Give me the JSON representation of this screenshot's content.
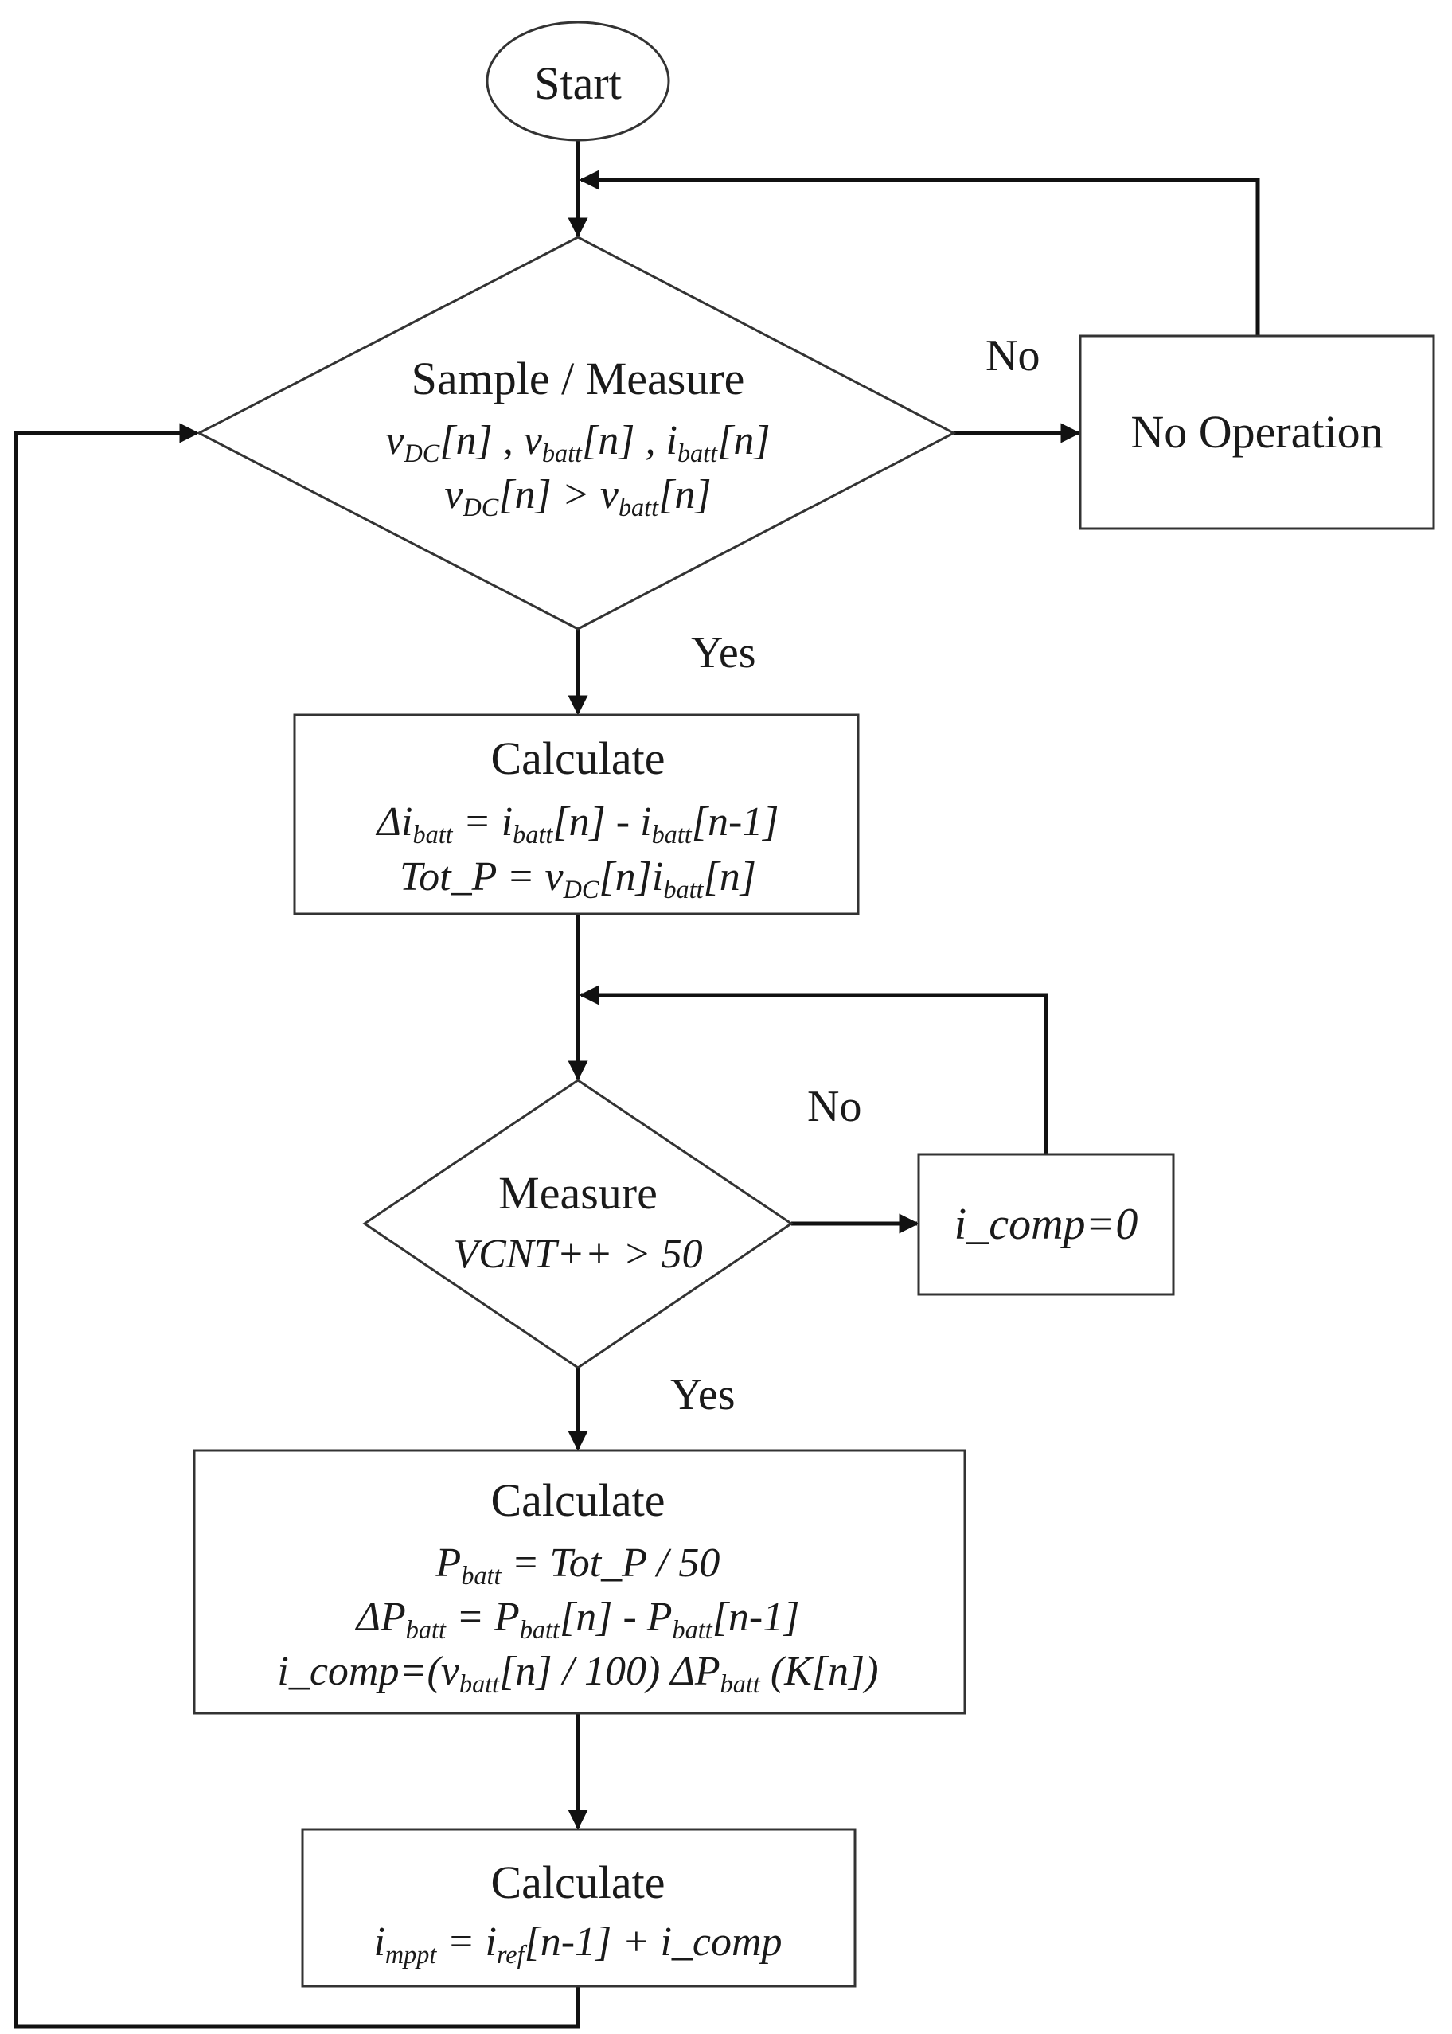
{
  "nodes": {
    "start": {
      "label": "Start"
    },
    "sample": {
      "title": "Sample / Measure",
      "line1": [
        {
          "t": "v"
        },
        {
          "t": "DC",
          "sub": true
        },
        {
          "t": "[n] , v"
        },
        {
          "t": "batt",
          "sub": true
        },
        {
          "t": "[n] , i"
        },
        {
          "t": "batt",
          "sub": true
        },
        {
          "t": "[n]"
        }
      ],
      "line2": [
        {
          "t": "v"
        },
        {
          "t": "DC",
          "sub": true
        },
        {
          "t": "[n] >  v"
        },
        {
          "t": "batt",
          "sub": true
        },
        {
          "t": "[n]"
        }
      ]
    },
    "no_operation": {
      "label": "No Operation"
    },
    "calc1": {
      "title": "Calculate",
      "line1": [
        {
          "t": "Δi"
        },
        {
          "t": "batt",
          "sub": true
        },
        {
          "t": " = i"
        },
        {
          "t": "batt",
          "sub": true
        },
        {
          "t": "[n] - i"
        },
        {
          "t": "batt",
          "sub": true
        },
        {
          "t": "[n-1]"
        }
      ],
      "line2": [
        {
          "t": "Tot_P = v"
        },
        {
          "t": "DC",
          "sub": true
        },
        {
          "t": "[n]i"
        },
        {
          "t": "batt",
          "sub": true
        },
        {
          "t": "[n]"
        }
      ]
    },
    "measure": {
      "title": "Measure",
      "line1": [
        {
          "t": "VCNT++ > 50"
        }
      ]
    },
    "i_comp_zero": {
      "line1": [
        {
          "t": "i_comp=0"
        }
      ]
    },
    "calc2": {
      "title": "Calculate",
      "line1": [
        {
          "t": "P"
        },
        {
          "t": "batt",
          "sub": true
        },
        {
          "t": " = Tot_P / 50"
        }
      ],
      "line2": [
        {
          "t": "ΔP"
        },
        {
          "t": "batt",
          "sub": true
        },
        {
          "t": " = P"
        },
        {
          "t": "batt",
          "sub": true
        },
        {
          "t": "[n] - P"
        },
        {
          "t": "batt",
          "sub": true
        },
        {
          "t": "[n-1]"
        }
      ],
      "line3": [
        {
          "t": "i_comp=(v"
        },
        {
          "t": "batt",
          "sub": true
        },
        {
          "t": "[n] / 100) ΔP"
        },
        {
          "t": "batt",
          "sub": true
        },
        {
          "t": " (K[n])"
        }
      ]
    },
    "calc3": {
      "title": "Calculate",
      "line1": [
        {
          "t": "i"
        },
        {
          "t": "mppt",
          "sub": true
        },
        {
          "t": " = i"
        },
        {
          "t": "ref",
          "sub": true
        },
        {
          "t": "[n-1] + i_comp"
        }
      ]
    }
  },
  "edges": {
    "sample_no": "No",
    "sample_yes": "Yes",
    "measure_no": "No",
    "measure_yes": "Yes"
  }
}
